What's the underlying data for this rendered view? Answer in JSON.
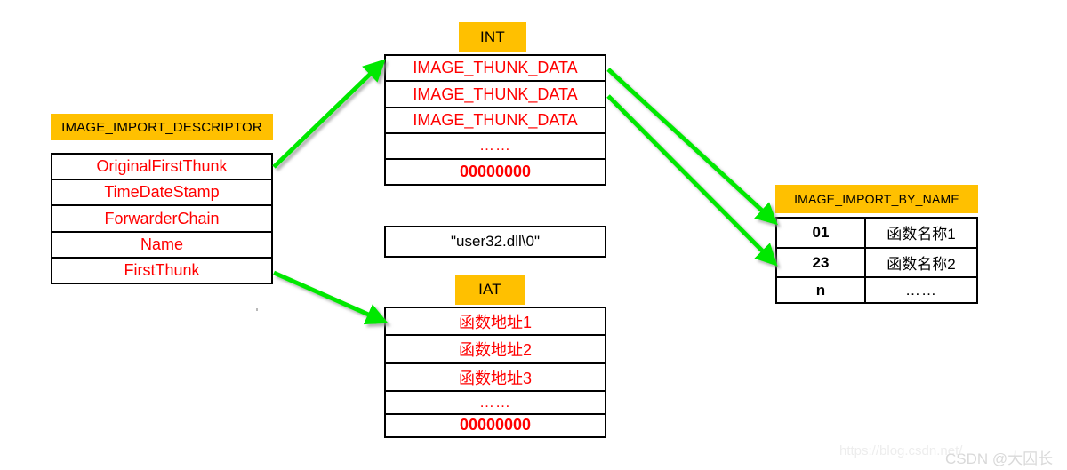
{
  "diagram": {
    "title": "PE Import Table Structure",
    "colors": {
      "header_fill": "#FFC000",
      "arrow": "#00E800",
      "text_red": "#FF0000",
      "text_black": "#000000",
      "border": "#000000",
      "background": "#FFFFFF"
    }
  },
  "descriptor": {
    "header": "IMAGE_IMPORT_DESCRIPTOR",
    "fields": [
      "OriginalFirstThunk",
      "TimeDateStamp",
      "ForwarderChain",
      "Name",
      "FirstThunk"
    ]
  },
  "int_table": {
    "header": "INT",
    "rows": [
      "IMAGE_THUNK_DATA",
      "IMAGE_THUNK_DATA",
      "IMAGE_THUNK_DATA",
      "……",
      "00000000"
    ]
  },
  "dll_name_box": {
    "value": "\"user32.dll\\0\""
  },
  "iat_table": {
    "header": "IAT",
    "rows": [
      "函数地址1",
      "函数地址2",
      "函数地址3",
      "……",
      "00000000"
    ]
  },
  "import_by_name": {
    "header": "IMAGE_IMPORT_BY_NAME",
    "rows": [
      {
        "hint": "01",
        "name": "函数名称1"
      },
      {
        "hint": "23",
        "name": "函数名称2"
      },
      {
        "hint": "n",
        "name": "……"
      }
    ]
  },
  "watermark": {
    "url": "https://blog.csdn.net/",
    "credit": "CSDN @大囚长"
  },
  "arrows": [
    {
      "name": "descriptor-originalfirstthunk-to-int",
      "from": "OriginalFirstThunk",
      "to": "INT"
    },
    {
      "name": "descriptor-name-to-dllname",
      "from": "Name",
      "to": "user32.dll"
    },
    {
      "name": "descriptor-firstthunk-to-iat",
      "from": "FirstThunk",
      "to": "IAT"
    },
    {
      "name": "int-row1-to-importbyname-row1",
      "from": "IMAGE_THUNK_DATA",
      "to": "函数名称1"
    },
    {
      "name": "int-row2-to-importbyname-row2",
      "from": "IMAGE_THUNK_DATA",
      "to": "函数名称2"
    }
  ]
}
